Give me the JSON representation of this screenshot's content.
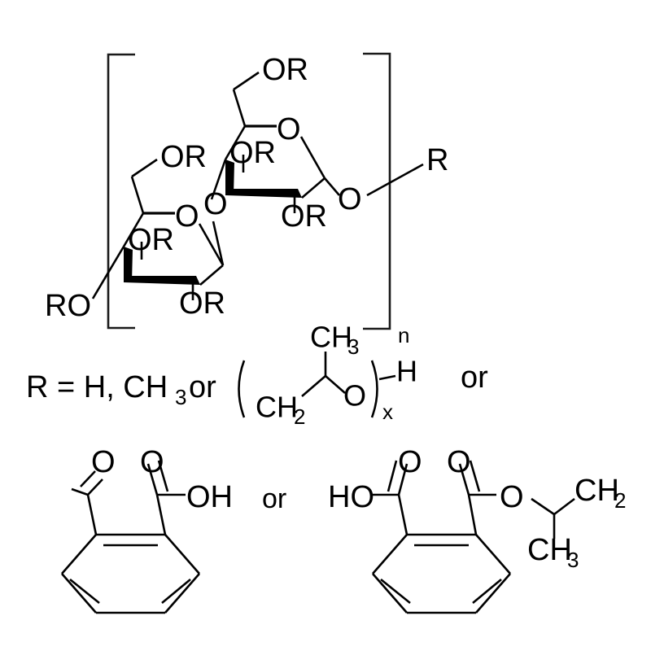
{
  "figure": {
    "title": "Hypromellose phthalate cellulose ether structure",
    "background_color": "#ffffff",
    "line_color": "#000000"
  },
  "polymer": {
    "repeat_subscript": "n",
    "terminal_label": "R",
    "units": [
      {
        "name": "left-anhydroglucose-unit",
        "ring_oxygen": "O",
        "substituents": [
          "OR",
          "OR",
          "OR",
          "RO"
        ]
      },
      {
        "name": "right-anhydroglucose-unit",
        "ring_oxygen": "O",
        "substituents": [
          "OR",
          "OR",
          "OR"
        ]
      }
    ],
    "glycosidic_oxygen": "O",
    "labels": {
      "or_top_left": "OR",
      "or_top_right": "OR",
      "or_mid_left": "OR",
      "or_mid_right": "OR",
      "or_bottom_left": "OR",
      "or_bottom_right": "OR",
      "ro_bottom": "RO",
      "ring_o_left": "O",
      "ring_o_right": "O",
      "glycosidic_o": "O",
      "terminal_o": "O",
      "terminal_r": "R"
    }
  },
  "definition_line": {
    "prefix": "R = H, CH",
    "prefix_sub": "3",
    "conjunction_1": "or",
    "conjunction_2": "or",
    "hydroxypropyl": {
      "methyl": "CH",
      "methyl_sub": "3",
      "methylene": "CH",
      "methylene_sub": "2",
      "oxygen": "O",
      "terminal_h": "H",
      "repeat_subscript": "x"
    }
  },
  "substituent_left": {
    "name": "phthalaldehydic-acid-group",
    "aldehyde_oxygen": "O",
    "carbonyl_oxygen": "O",
    "hydroxyl": "OH",
    "ring": "benzene"
  },
  "substituent_right": {
    "name": "isopropyl-hydrogen-phthalate-group",
    "acid_hydroxyl": "HO",
    "carbonyl_oxygen_left": "O",
    "carbonyl_oxygen_right": "O",
    "ester_oxygen": "O",
    "methylene": "CH",
    "methylene_sub": "2",
    "methyl": "CH",
    "methyl_sub": "3",
    "ring": "benzene"
  }
}
